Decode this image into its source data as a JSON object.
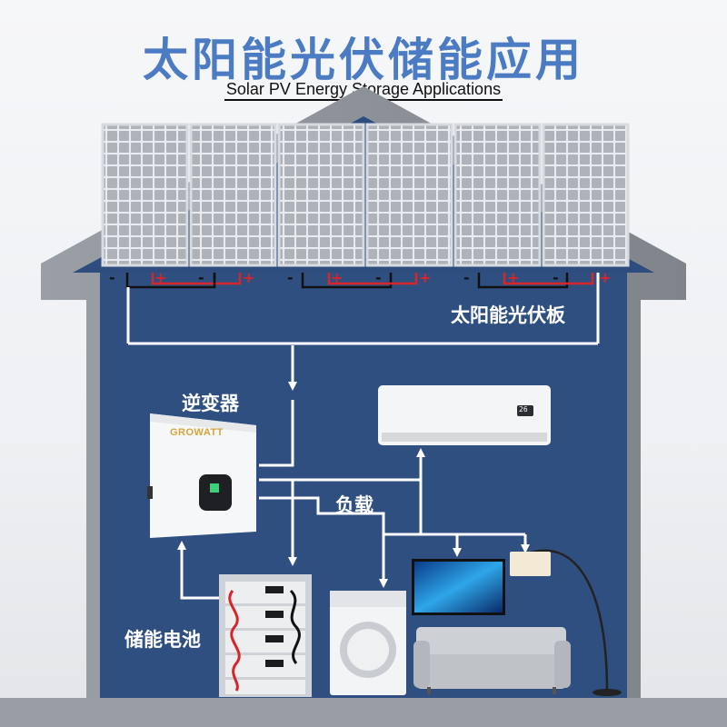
{
  "header": {
    "title_cn": "太阳能光伏储能应用",
    "title_en": "Solar PV Energy Storage Applications"
  },
  "labels": {
    "solar_panels": "太阳能光伏板",
    "inverter": "逆变器",
    "load": "负载",
    "battery": "储能电池"
  },
  "inverter": {
    "brand": "GROWATT"
  },
  "air_conditioner": {
    "display": "26"
  },
  "terminals": {
    "plus": "+",
    "minus": "-"
  },
  "colors": {
    "title": "#4b7bc3",
    "house_wall": "#2e4d7e",
    "house_frame": "#8d9299",
    "wire_white": "#ffffff",
    "wire_red": "#d7262b",
    "wire_black": "#111111"
  }
}
